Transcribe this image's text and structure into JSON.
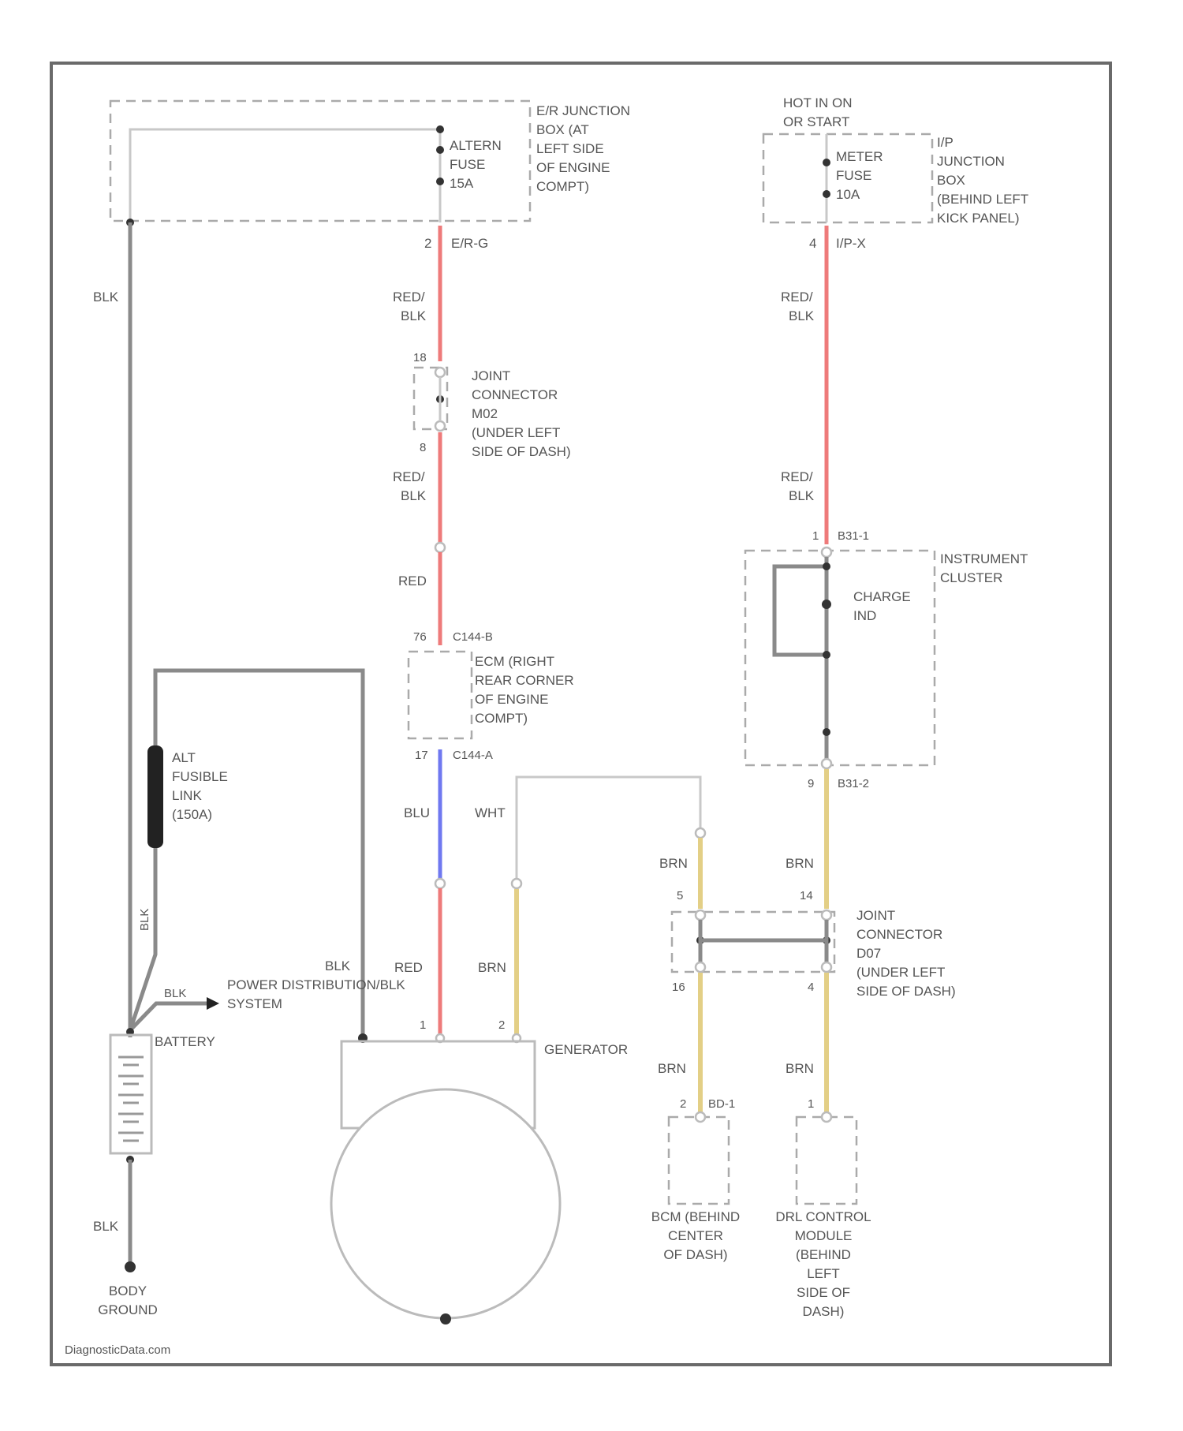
{
  "colors": {
    "frame": "#6a6a6a",
    "wire_blk": "#8a8a8a",
    "wire_red": "#ee7a7a",
    "wire_blu": "#6f78f0",
    "wire_brn": "#e3cf86",
    "wire_wht": "#c8c8c8"
  },
  "er_box": {
    "label": [
      "E/R JUNCTION",
      "BOX (AT",
      "LEFT SIDE",
      "OF ENGINE",
      "COMPT)"
    ]
  },
  "alt_fuse": {
    "label": [
      "ALTERN",
      "FUSE",
      "15A"
    ]
  },
  "hot_label": [
    "HOT IN ON",
    "OR START"
  ],
  "ip_box": {
    "label": [
      "I/P",
      "JUNCTION",
      "BOX",
      "(BEHIND LEFT",
      "KICK PANEL)"
    ]
  },
  "meter_fuse": {
    "label": [
      "METER",
      "FUSE",
      "10A"
    ]
  },
  "conn_erp": {
    "pin": "2",
    "name": "E/R-G"
  },
  "conn_ip": {
    "pin": "4",
    "name": "I/P-X"
  },
  "joint_m2": {
    "pin_top": "18",
    "pin_bottom": "8",
    "label": [
      "JOINT",
      "CONNECTOR",
      "M02",
      "(UNDER LEFT",
      "SIDE OF DASH)"
    ]
  },
  "ecm": {
    "top_pin": "76",
    "top_conn": "C144-B",
    "bottom_pin": "17",
    "bottom_conn": "C144-A",
    "label": [
      "ECM (RIGHT",
      "REAR CORNER",
      "OF ENGINE",
      "COMPT)"
    ]
  },
  "cluster": {
    "top_pin": "1",
    "top_conn": "B31-1",
    "bottom_pin": "9",
    "bottom_conn": "B31-2",
    "label": [
      "INSTRUMENT",
      "CLUSTER"
    ],
    "charge_label": [
      "CHARGE",
      "IND"
    ]
  },
  "joint_d2": {
    "pin_left_top": "5",
    "pin_right_top": "14",
    "pin_left_bottom": "16",
    "pin_right_bottom": "4",
    "label": [
      "JOINT",
      "CONNECTOR",
      "D07",
      "(UNDER LEFT",
      "SIDE OF DASH)"
    ]
  },
  "alt_fusible_link": {
    "label": [
      "ALT",
      "FUSIBLE",
      "LINK",
      "(150A)"
    ]
  },
  "power_dist": {
    "label": [
      "POWER DISTRIBUTION/BLK",
      "SYSTEM"
    ]
  },
  "battery": {
    "label": "BATTERY"
  },
  "body_ground": {
    "label": [
      "BODY",
      "GROUND"
    ]
  },
  "generator": {
    "label": "GENERATOR",
    "pin_b": "1",
    "pin_s": "2"
  },
  "bcm": {
    "pin": "2",
    "conn": "BD-1",
    "label": [
      "BCM (BEHIND",
      "CENTER",
      "OF DASH)"
    ]
  },
  "drl": {
    "pin": "1",
    "label": [
      "DRL CONTROL",
      "MODULE",
      "(BEHIND",
      "LEFT",
      "SIDE OF",
      "DASH)"
    ]
  },
  "wire_labels": {
    "blk_left_top": "BLK",
    "blk_left_bottom": "BLK",
    "blk_fusible_vertical": "BLK",
    "blk_power": "BLK",
    "blk_gen": "BLK",
    "red_blk_1_a": "RED/",
    "red_blk_1_b": "BLK",
    "red_blk_2_a": "RED/",
    "red_blk_2_b": "BLK",
    "red": "RED",
    "blu": "BLU",
    "red_gen": "RED",
    "wht": "WHT",
    "brn_gen": "BRN",
    "red_blk_ip1_a": "RED/",
    "red_blk_ip1_b": "BLK",
    "red_blk_ip2_a": "RED/",
    "red_blk_ip2_b": "BLK",
    "brn_right_1": "BRN",
    "brn_mid_1": "BRN",
    "brn_mid_2": "BRN",
    "brn_right_2": "BRN"
  },
  "watermark": "DiagnosticData.com"
}
